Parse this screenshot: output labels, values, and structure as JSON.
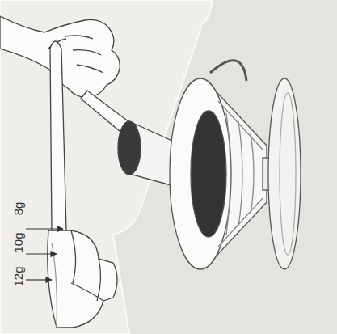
{
  "diagram": {
    "labels": [
      "12g",
      "10g",
      "8g"
    ]
  }
}
